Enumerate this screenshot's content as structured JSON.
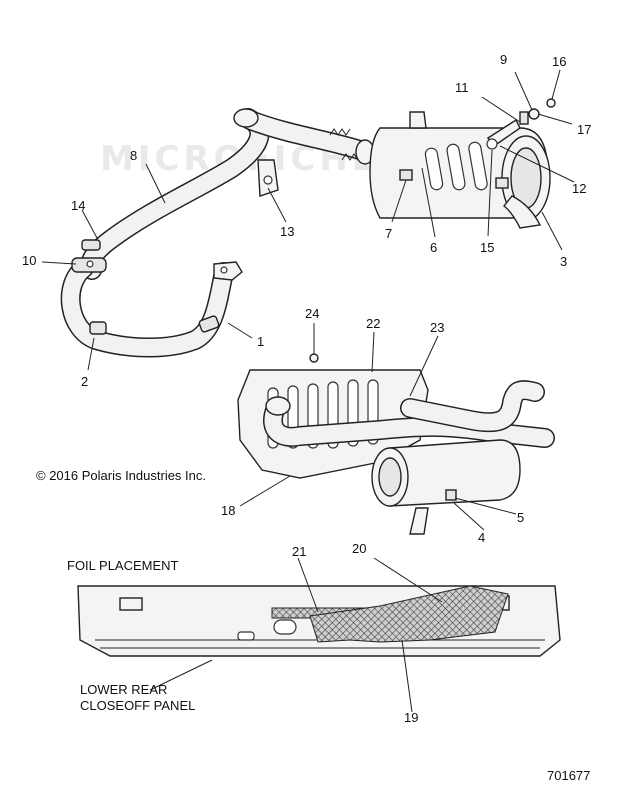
{
  "copyright": "© 2016 Polaris Industries Inc.",
  "foil_placement_label": "FOIL PLACEMENT",
  "panel_label": [
    "LOWER REAR",
    "CLOSEOFF PANEL"
  ],
  "diagram_number": "701677",
  "watermark": "MICROFICHE.NET",
  "colors": {
    "line": "#222222",
    "fill": "#f4f4f4",
    "hatch": "#555555"
  },
  "callouts": {
    "c1": "1",
    "c2": "2",
    "c3": "3",
    "c4": "4",
    "c5": "5",
    "c6": "6",
    "c7": "7",
    "c8": "8",
    "c9": "9",
    "c10": "10",
    "c11": "11",
    "c12": "12",
    "c13": "13",
    "c14": "14",
    "c15": "15",
    "c16": "16",
    "c17": "17",
    "c18": "18",
    "c19": "19",
    "c20": "20",
    "c21": "21",
    "c22": "22",
    "c23": "23",
    "c24": "24"
  }
}
